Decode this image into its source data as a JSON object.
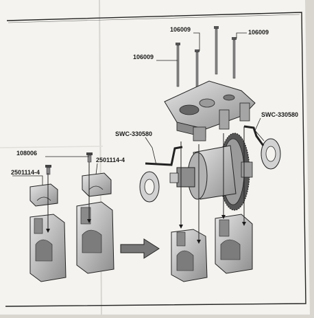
{
  "labels": {
    "screw_top_left": "106009",
    "screw_top_right": "106009",
    "screw_mid_left": "106009",
    "shim_left": "SWC-330580",
    "shim_right": "SWC-330580",
    "screw_small": "108006",
    "cap_left": "2501114-4",
    "cap_right": "2501114-4"
  },
  "colors": {
    "paper": "#f4f3ef",
    "ink": "#1a1a1a",
    "metal": "#b9b9b9",
    "metal_dark": "#7d7d7d"
  }
}
